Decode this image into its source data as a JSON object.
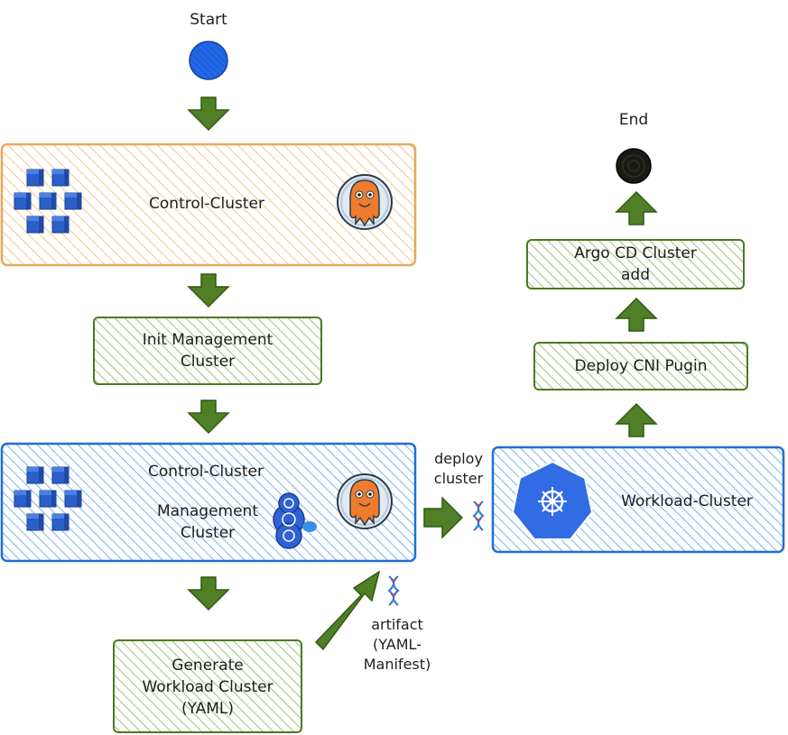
{
  "colors": {
    "orange_stroke": "#e8a85c",
    "orange_hatch": "#f2b96f",
    "green_stroke": "#4a7a1e",
    "green_hatch": "#7eb04a",
    "blue_stroke": "#1f6fd6",
    "blue_hatch": "#4d9af0",
    "arrow_fill": "#4f7f26",
    "start_fill": "#1f62e0",
    "end_fill": "#1a1a14",
    "argo_orange": "#ef7b2c",
    "k8s_blue": "#326ce5"
  },
  "labels": {
    "start": "Start",
    "end": "End",
    "control_cluster_top": "Control-Cluster",
    "init_management": [
      "Init Management",
      "Cluster"
    ],
    "control_cluster_mid": "Control-Cluster",
    "management_cluster": [
      "Management",
      "Cluster"
    ],
    "deploy_cluster": [
      "deploy",
      "cluster"
    ],
    "workload_cluster": "Workload-Cluster",
    "generate_workload": [
      "Generate",
      "Workload Cluster",
      "(YAML)"
    ],
    "artifact": [
      "artifact",
      "(YAML-",
      "Manifest)"
    ],
    "deploy_cni": "Deploy CNI Pugin",
    "argo_cluster_add": [
      "Argo CD Cluster",
      "add"
    ]
  }
}
